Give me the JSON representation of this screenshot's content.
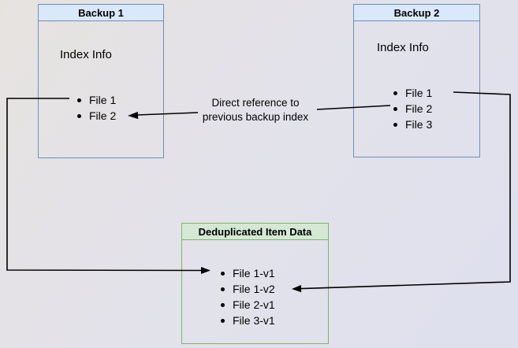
{
  "colors": {
    "blue_fill": "#dae8fc",
    "blue_border": "#6c8ebf",
    "green_fill": "#d5e8d4",
    "green_border": "#82b366",
    "arrow": "#000000"
  },
  "backup1": {
    "title": "Backup 1",
    "index_label": "Index Info",
    "files": [
      "File 1",
      "File 2"
    ]
  },
  "backup2": {
    "title": "Backup 2",
    "index_label": "Index Info",
    "files": [
      "File 1",
      "File 2",
      "File 3"
    ]
  },
  "dedup": {
    "title": "Deduplicated Item Data",
    "files": [
      "File 1-v1",
      "File 1-v2",
      "File 2-v1",
      "File 3-v1"
    ]
  },
  "annotation": {
    "line1": "Direct reference to",
    "line2": "previous backup index"
  }
}
